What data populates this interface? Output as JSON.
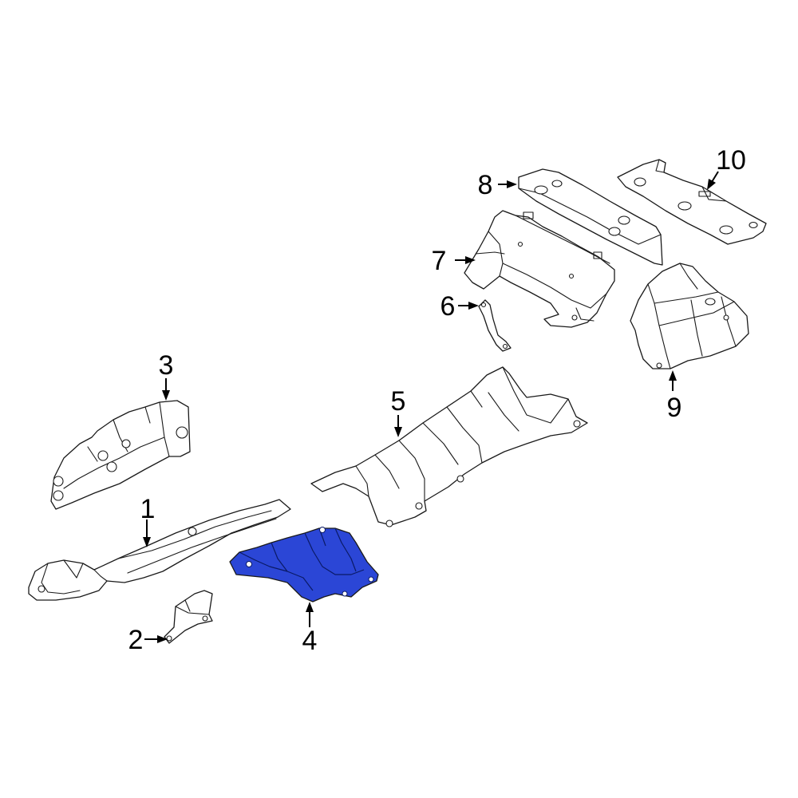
{
  "highlight_color": "#2b46d6",
  "highlighted_part": "4",
  "callouts": {
    "c1": "1",
    "c2": "2",
    "c3": "3",
    "c4": "4",
    "c5": "5",
    "c6": "6",
    "c7": "7",
    "c8": "8",
    "c9": "9",
    "c10": "10"
  }
}
